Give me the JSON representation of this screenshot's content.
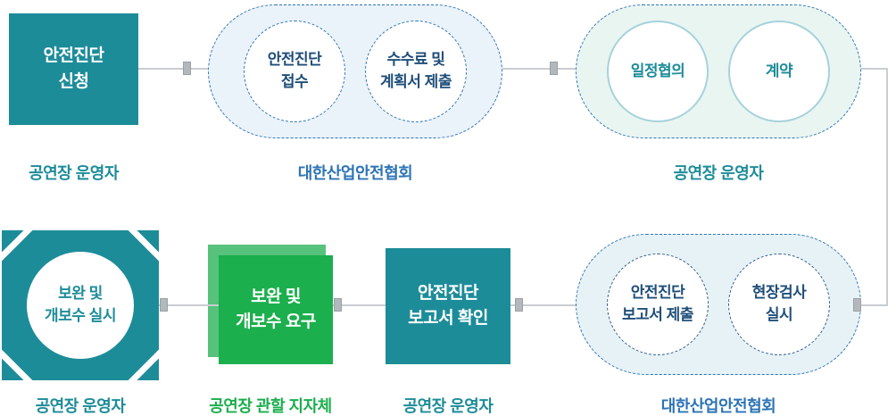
{
  "colors": {
    "teal": "#1D8C99",
    "blue": "#2D74B5",
    "navy": "#1F4E79",
    "green": "#1BAF4D",
    "green_light": "#57C27C",
    "bg_blue": "#EAF2FA",
    "bg_mint": "#E9F5F1",
    "bg_cyan": "#E7F2F6",
    "ring": "#A6D2DB",
    "dash": "#2E5F8A",
    "line": "#C9CDD1",
    "node": "#B3B8BD"
  },
  "steps": {
    "apply": {
      "label": "안전진단\n신청",
      "caption": "공연장 운영자"
    },
    "reception": {
      "circle1": "안전진단\n접수",
      "circle2": "수수료 및\n계획서 제출",
      "caption": "대한산업안전협회"
    },
    "schedule": {
      "circle1": "일정협의",
      "circle2": "계약",
      "caption": "공연장 운영자"
    },
    "inspection": {
      "circle1": "안전진단\n보고서 제출",
      "circle2": "현장검사\n실시",
      "caption": "대한산업안전협회"
    },
    "report_check": {
      "label": "안전진단\n보고서 확인",
      "caption": "공연장 운영자"
    },
    "repair_request": {
      "label": "보완 및\n개보수 요구",
      "caption": "공연장 관할 지자체"
    },
    "repair_execute": {
      "label": "보완 및\n개보수 실시",
      "caption": "공연장 운영자"
    }
  }
}
